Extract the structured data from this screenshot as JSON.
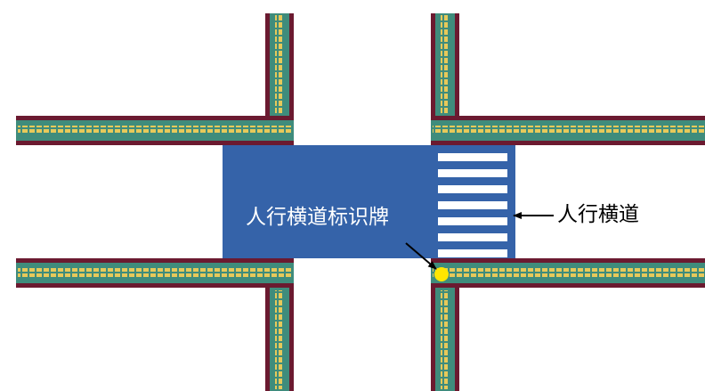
{
  "labels": {
    "sign": "人行横道标识牌",
    "crosswalk": "人行横道"
  },
  "colors": {
    "background": "#ffffff",
    "road_area": "#3563a9",
    "crosswalk_stripe": "#ffffff",
    "sidewalk_fill": "#3f8c7c",
    "sidewalk_edge": "#6b1a30",
    "sidewalk_tile": "#e7c95a",
    "sign_marker": "#ffe600",
    "sign_label_text": "#ffffff",
    "crosswalk_label_text": "#000000",
    "arrow": "#000000"
  },
  "icons": {
    "sign_marker": "yellow-dot",
    "pointer": "arrow"
  }
}
